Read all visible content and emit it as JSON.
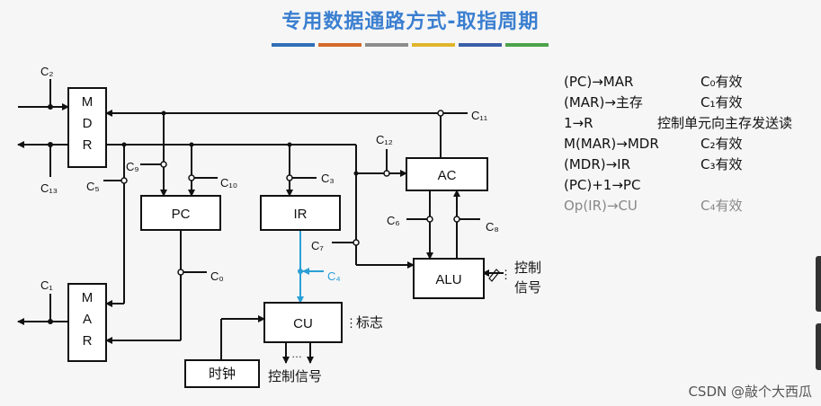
{
  "title": "专用数据通路方式-取指周期",
  "accent_bars": [
    "#2f6fb5",
    "#d46a2c",
    "#8c8c8c",
    "#e0b52a",
    "#3b5fa8",
    "#4ba34b"
  ],
  "diagram": {
    "blocks": {
      "mdr": [
        "M",
        "D",
        "R"
      ],
      "mar": [
        "M",
        "A",
        "R"
      ],
      "pc": "PC",
      "ir": "IR",
      "ac": "AC",
      "alu": "ALU",
      "cu": "CU",
      "clock": "时钟"
    },
    "signals": {
      "c0": "C₀",
      "c1": "C₁",
      "c2": "C₂",
      "c3": "C₃",
      "c4": "C₄",
      "c5": "C₅",
      "c6": "C₆",
      "c7": "C₇",
      "c8": "C₈",
      "c9": "C₉",
      "c10": "C₁₀",
      "c11": "C₁₁",
      "c12": "C₁₂",
      "c13": "C₁₃"
    },
    "labels": {
      "alu_ctrl_1": "控制",
      "alu_ctrl_2": "信号",
      "flags": "标志",
      "cu_out": "控制信号",
      "ellipsis": "…",
      "vdots": "⋮"
    },
    "active_color": "#2a9fd6"
  },
  "steps": [
    {
      "op": "(PC)→MAR",
      "note": "C₀有效"
    },
    {
      "op": "(MAR)→主存",
      "note": "C₁有效"
    },
    {
      "op": "1→R",
      "note": "控制单元向主存发送读"
    },
    {
      "op": "M(MAR)→MDR",
      "note": "C₂有效"
    },
    {
      "op": "(MDR)→IR",
      "note": "C₃有效"
    },
    {
      "op": "(PC)+1→PC",
      "note": ""
    },
    {
      "op": "Op(IR)→CU",
      "note": "C₄有效"
    }
  ],
  "watermark": "CSDN @敲个大西瓜"
}
